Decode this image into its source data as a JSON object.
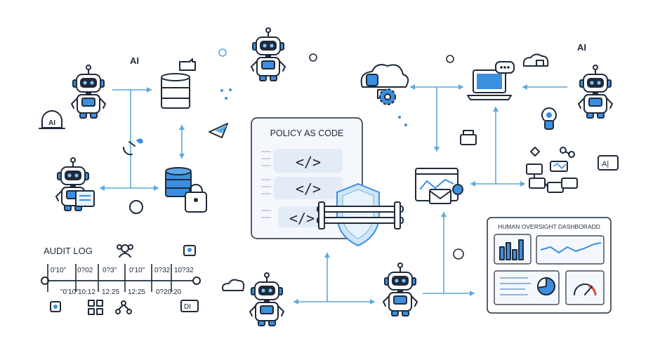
{
  "policy_card": {
    "title": "POLICY AS CODE",
    "code_lines": [
      "</>",
      "</>",
      "</>"
    ]
  },
  "audit_log": {
    "title": "AUDIT LOG",
    "top_labels": [
      "0'10\"",
      "0?02",
      "0?3\"",
      "0'10\"",
      "0?32",
      "10?32"
    ],
    "bottom_labels": [
      "\"0'10\"",
      "10:12",
      "12:25",
      "12:25",
      "0?20:20"
    ]
  },
  "dashboard": {
    "title": "HUMAN OVERSIGHT DASHBORADD"
  },
  "labels": {
    "ai_left": "AI",
    "ai_right": "AI",
    "ai_badge": "AI",
    "ai_chat": "A|",
    "di_tag": "DI"
  },
  "colors": {
    "accent": "#3b8fe0",
    "accent_dark": "#2f6fc0",
    "outline": "#1f2a3a",
    "connector": "#5aa9dc",
    "light_fill": "#e8f2fc",
    "panel": "#f4f7fb"
  },
  "icons": [
    "robot-icon",
    "database-icon",
    "cloud-icon",
    "gear-icon",
    "laptop-icon",
    "shield-icon",
    "browser-window-icon",
    "envelope-icon",
    "chart-icon",
    "gauge-icon",
    "network-icon",
    "lock-icon",
    "chat-bubble-icon"
  ]
}
